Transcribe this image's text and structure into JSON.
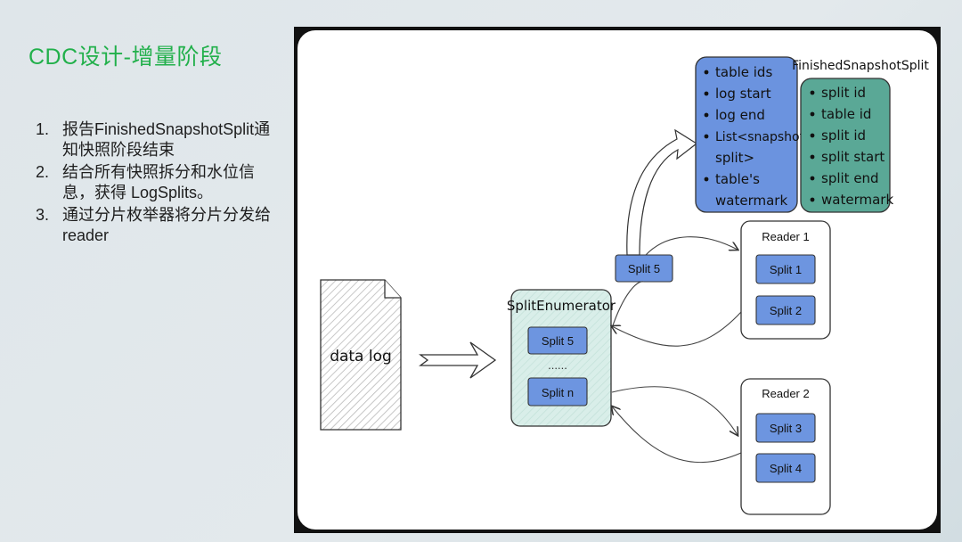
{
  "slide": {
    "title": "CDC设计-增量阶段",
    "steps": [
      {
        "num": "1.",
        "text": "报告FinishedSnapshotSplit通知快照阶段结束"
      },
      {
        "num": "2.",
        "text": "结合所有快照拆分和水位信息，获得 LogSplits。"
      },
      {
        "num": "3.",
        "text": "通过分片枚举器将分片分发给reader"
      }
    ]
  },
  "diagram": {
    "data_log": "data log",
    "enumerator": {
      "title": "SplitEnumerator",
      "split_top": "Split 5",
      "dots": "......",
      "split_bottom": "Split n"
    },
    "transit_split": "Split 5",
    "reader1": {
      "title": "Reader 1",
      "splits": [
        "Split 1",
        "Split 2"
      ]
    },
    "reader2": {
      "title": "Reader 2",
      "splits": [
        "Split 3",
        "Split 4"
      ]
    },
    "blue_box_items": [
      "table ids",
      "log start",
      "log end",
      "List<snapshot",
      "split>",
      "table's",
      "watermark"
    ],
    "finished": {
      "title": "FinishedSnapshotSplit",
      "items": [
        "split id",
        "table id",
        "split id",
        "split start",
        "split end",
        "watermark"
      ]
    }
  },
  "colors": {
    "title_green": "#22b04b",
    "split_blue": "#6d95e0",
    "list_blue": "#6b93df",
    "finished_green": "#5aa896",
    "enumerator_fill": "#d5ebe6"
  }
}
